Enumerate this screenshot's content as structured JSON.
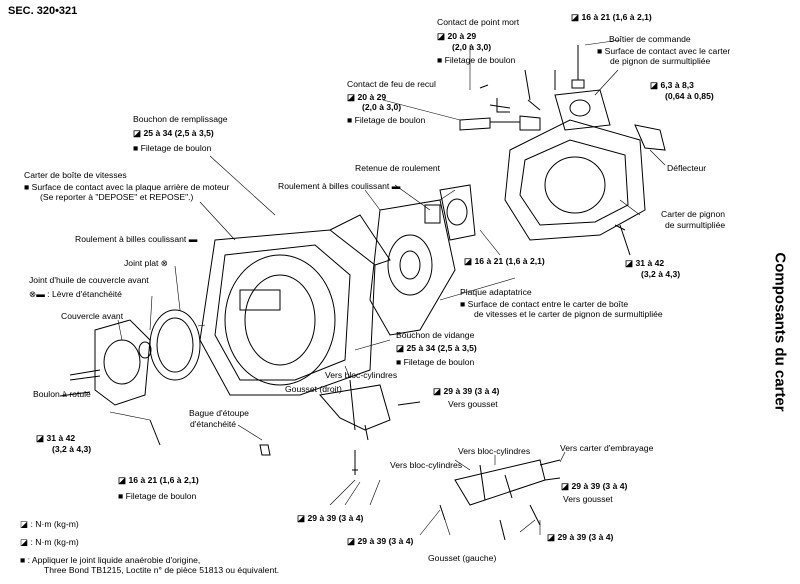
{
  "section": "SEC. 320•321",
  "side_title": "Composants du carter",
  "icons": {
    "torque": "wrench-torque-icon",
    "sealant": "sealant-tube-icon",
    "grease": "grease-gun-icon",
    "oil": "oil-drop-icon",
    "do_not_reuse": "x-circle-icon"
  },
  "labels": {
    "contact_point_mort": "Contact de point mort",
    "cpm_torque": "20 à 29",
    "cpm_torque_kgm": "(2,0 à 3,0)",
    "cpm_filetage": "Filetage de boulon",
    "top_torque": "16 à 21 (1,6 à 2,1)",
    "boitier": "Boîtier de commande",
    "boitier_note1": "Surface de contact avec le carter",
    "boitier_note2": "de pignon de surmultipliée",
    "boitier_torque": "6,3 à 8,3",
    "boitier_torque_kgm": "(0,64 à 0,85)",
    "contact_feu": "Contact de feu de recul",
    "cfr_torque": "20 à 29",
    "cfr_torque_kgm": "(2,0 à 3,0)",
    "cfr_filetage": "Filetage de boulon",
    "bouchon_remp": "Bouchon de remplissage",
    "br_torque": "25 à 34 (2,5 à 3,5)",
    "br_filetage": "Filetage de boulon",
    "deflecteur": "Déflecteur",
    "carter_bv": "Carter de boîte de vitesses",
    "carter_bv_note1": "Surface de contact avec la plaque arrière de moteur",
    "carter_bv_note2": "(Se reporter à \"DEPOSE\" et REPOSE\".)",
    "retenue": "Retenue de roulement",
    "roul_bc1": "Roulement à billes coulissant",
    "carter_pignon1": "Carter de pignon",
    "carter_pignon2": "de surmultipliée",
    "roul_bc2": "Roulement à billes coulissant",
    "mid_torque": "16 à 21 (1,6 à 2,1)",
    "right_torque": "31 à 42",
    "right_torque_kgm": "(3,2 à 4,3)",
    "joint_plat": "Joint plat",
    "joint_huile": "Joint d'huile de couvercle avant",
    "levre": "Lèvre d'étanchéité",
    "plaque": "Plaque adaptatrice",
    "plaque_note1": "Surface de contact entre le carter de boîte",
    "plaque_note2": "de vitesses et le carter de pignon de surmultipliée",
    "couvercle": "Couvercle avant",
    "bouchon_vid": "Bouchon de vidange",
    "bv_torque": "25 à 34 (2,5 à 3,5)",
    "bv_filetage": "Filetage de boulon",
    "vers_bloc1": "Vers bloc-cylindres",
    "gousset_droit": "Gousset (droit)",
    "g1_torque": "29 à 39 (3 à 4)",
    "vers_gousset1": "Vers gousset",
    "boulon_rotule": "Boulon à rotule",
    "rotule_torque": "31 à 42",
    "rotule_torque_kgm": "(3,2 à 4,3)",
    "bague": "Bague d'étoupe",
    "bague2": "d'étanchéité",
    "vers_bloc2": "Vers bloc-cylindres",
    "vers_carter_emb": "Vers carter d'embrayage",
    "vers_bloc3": "Vers bloc-cylindres",
    "bottom_torque": "16 à 21 (1,6 à 2,1)",
    "bottom_filetage": "Filetage de boulon",
    "g2_torque": "29 à 39 (3 à 4)",
    "vers_gousset2": "Vers gousset",
    "g3_torque": "29 à 39 (3 à 4)",
    "g4_torque": "29 à 39 (3 à 4)",
    "g5_torque": "29 à 39 (3 à 4)",
    "gousset_gauche": "Gousset (gauche)"
  },
  "legend": {
    "nm1": ": N·m (kg-m)",
    "nm2": ": N·m (kg-m)",
    "sealant1": ": Appliquer le joint liquide anaérobie d'origine,",
    "sealant2": "Three Bond TB1215, Loctite n° de pièce 51813 ou équivalent."
  }
}
